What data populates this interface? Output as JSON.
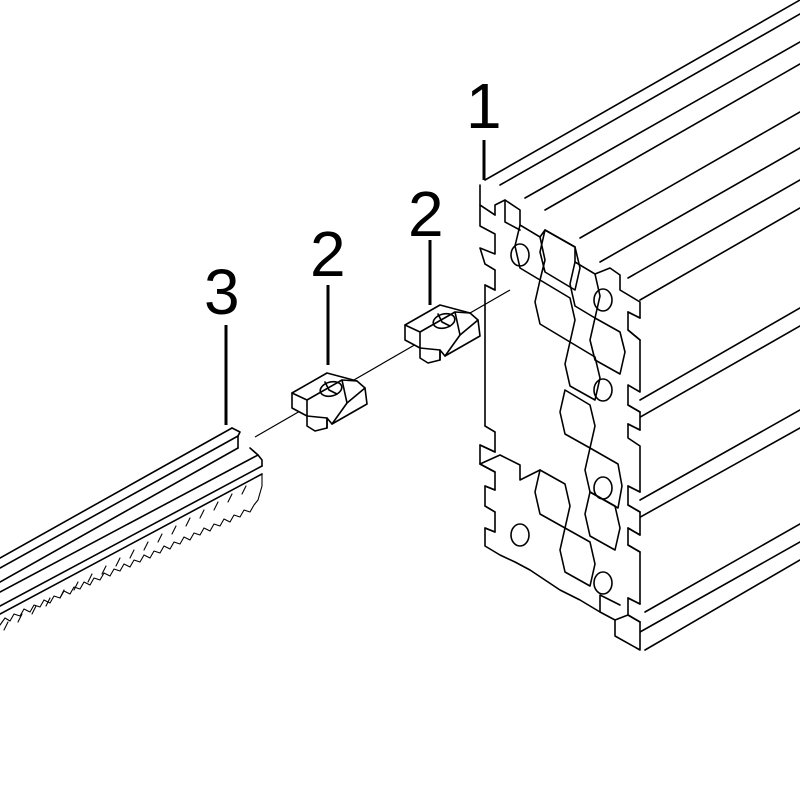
{
  "callouts": {
    "profile": "1",
    "nut_right": "2",
    "nut_left": "2",
    "rack": "3"
  }
}
